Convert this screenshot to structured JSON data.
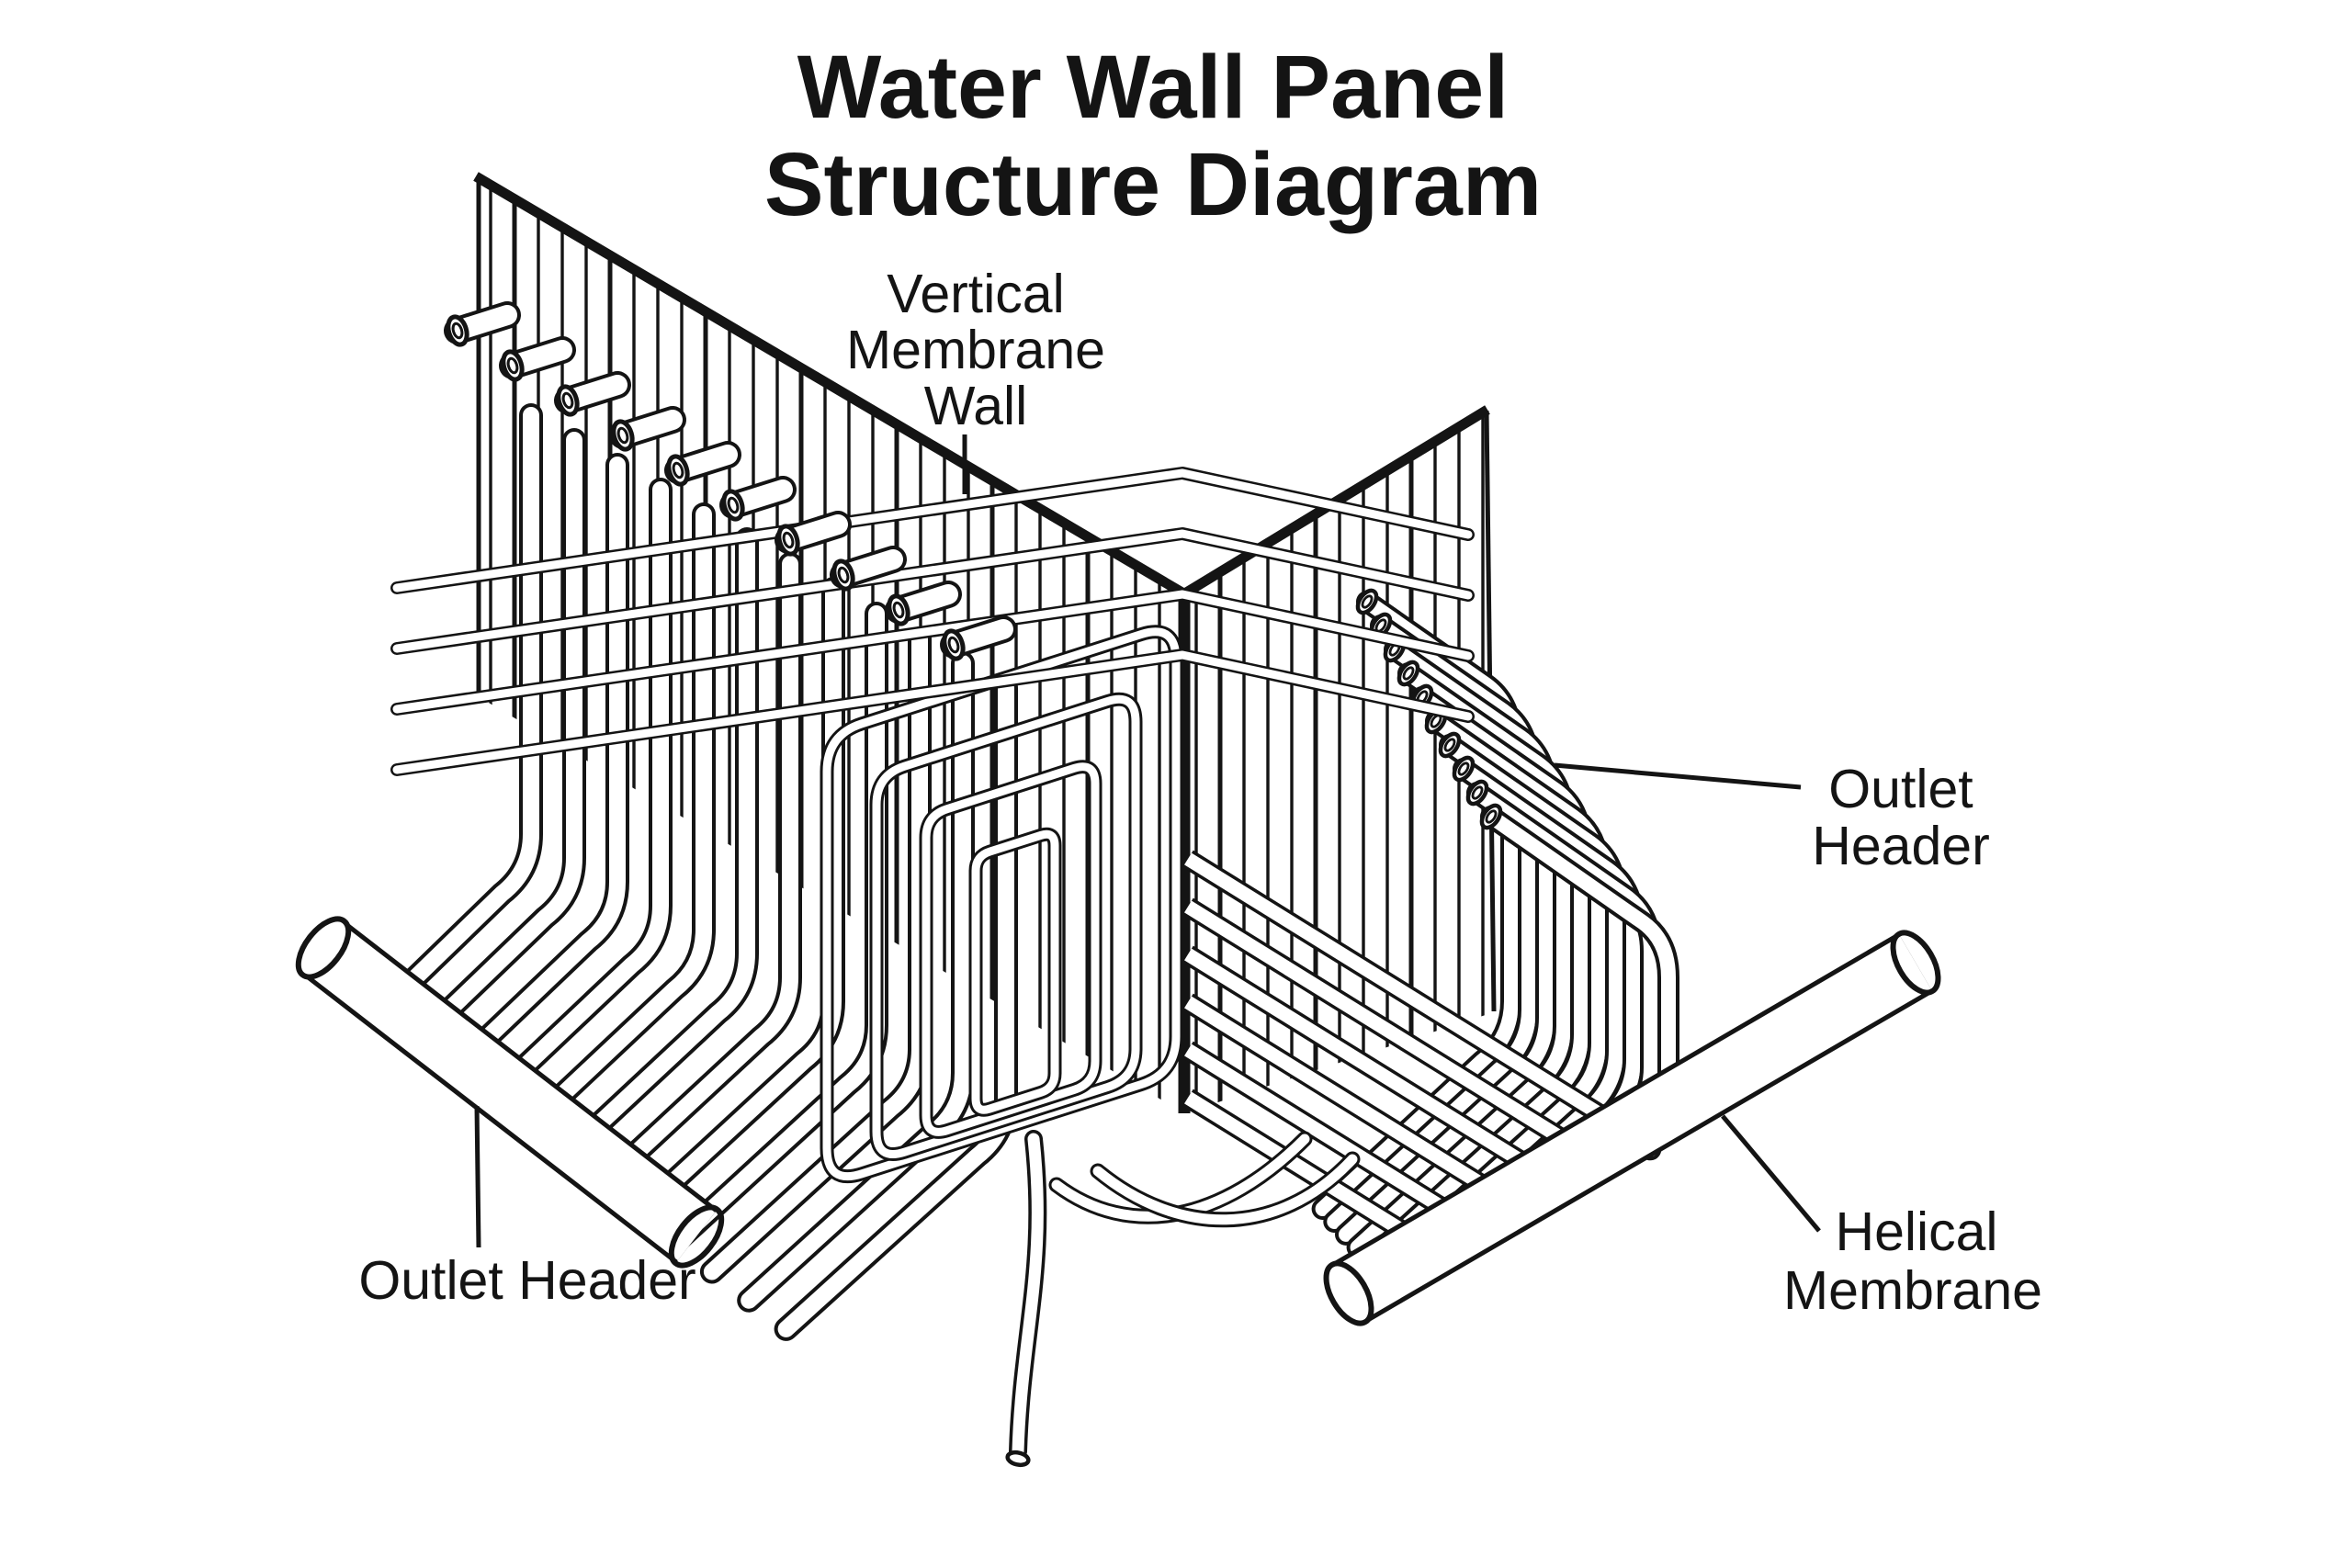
{
  "title": {
    "line1": "Water Wall Panel",
    "line2": "Structure Diagram"
  },
  "labels": {
    "vertical_membrane_wall": {
      "line1": "Vertical",
      "line2": "Membrane",
      "line3": "Wall"
    },
    "outlet_header_left": {
      "line1": "Outlet Header"
    },
    "outlet_header_right": {
      "line1": "Outlet",
      "line2": "Header"
    },
    "helical_membrane": {
      "line1": "Helical",
      "line2": "Membrane"
    }
  },
  "colors": {
    "background": "#ffffff",
    "line": "#141414"
  }
}
